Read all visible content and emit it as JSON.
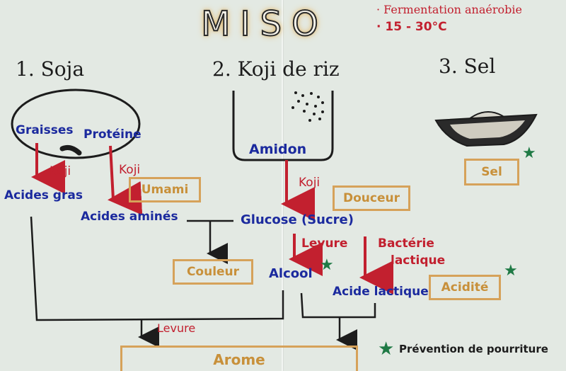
{
  "title": "MISO",
  "conditions": [
    "· Fermentation anaérobie",
    "· 15 - 30°C"
  ],
  "columns": {
    "soja": "1. Soja",
    "koji": "2. Koji de riz",
    "sel": "3. Sel"
  },
  "soja": {
    "graisses": "Graisses",
    "proteine": "Protéine",
    "koji1": "Koji",
    "koji2": "Koji",
    "acides_gras": "Acides gras",
    "acides_amines": "Acides aminés",
    "umami": "Umami"
  },
  "kojiriz": {
    "amidon": "Amidon",
    "koji": "Koji",
    "douceur": "Douceur",
    "glucose": "Glucose (Sucre)",
    "levure": "Levure",
    "bacterie": "Bactérie",
    "lactique": "lactique",
    "alcool": "Alcool",
    "acide_lactique": "Acide lactique",
    "acidite": "Acidité"
  },
  "sel": {
    "label": "Sel"
  },
  "bottom": {
    "couleur": "Couleur",
    "levure": "Levure",
    "arome": "Arome"
  },
  "legend": {
    "prevention": "Prévention de pourriture"
  },
  "colors": {
    "blue": "#1b2a9e",
    "red": "#c2202f",
    "gold": "#c8903a",
    "green": "#1f7a45",
    "black": "#1c1c1c"
  },
  "icons": [
    "star-icon",
    "bowl-icon",
    "rice-grains-icon"
  ]
}
